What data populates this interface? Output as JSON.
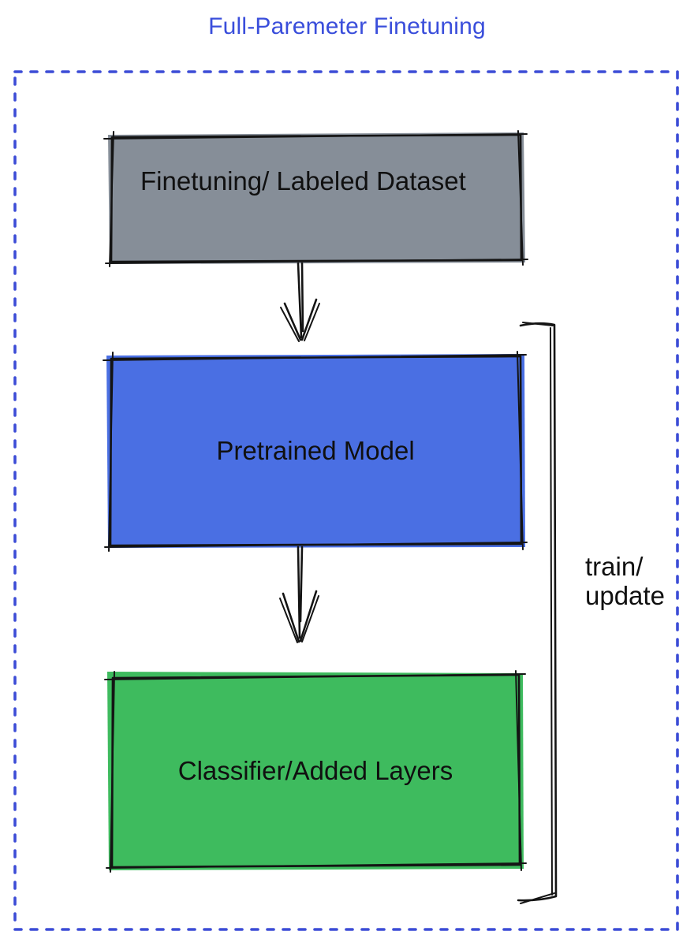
{
  "title": "Full-Paremeter Finetuning",
  "frame": {
    "style": "dotted",
    "color": "#3C4CD6"
  },
  "boxes": [
    {
      "id": "finetuning-dataset",
      "label": "Finetuning/ Labeled Dataset",
      "fill": "#868E98"
    },
    {
      "id": "pretrained-model",
      "label": "Pretrained Model",
      "fill": "#4A6FE3"
    },
    {
      "id": "classifier-added-layers",
      "label": "Classifier/Added Layers",
      "fill": "#3EBB5E"
    }
  ],
  "connectors": [
    {
      "from": "finetuning-dataset",
      "to": "pretrained-model",
      "type": "arrow-down"
    },
    {
      "from": "pretrained-model",
      "to": "classifier-added-layers",
      "type": "arrow-down"
    }
  ],
  "bracket": {
    "line1": "train/",
    "line2": "update",
    "spans": "pretrained-model and classifier-added-layers"
  },
  "colors": {
    "title_text": "#3A4EDB",
    "label_text": "#101010",
    "stroke": "#141414",
    "background": "#FFFFFF"
  }
}
